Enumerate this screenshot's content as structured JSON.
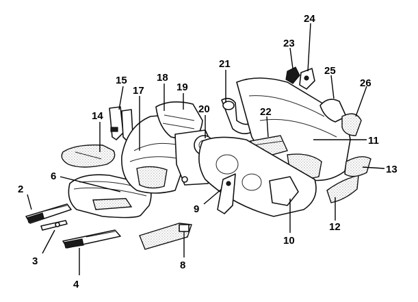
{
  "callouts": [
    {
      "id": "1",
      "label": "2"
    },
    {
      "id": "2",
      "label": "3"
    },
    {
      "id": "3",
      "label": "4"
    },
    {
      "id": "4",
      "label": "6"
    },
    {
      "id": "5",
      "label": "8"
    },
    {
      "id": "6",
      "label": "9"
    },
    {
      "id": "7",
      "label": "10"
    },
    {
      "id": "8",
      "label": "11"
    },
    {
      "id": "9",
      "label": "12"
    },
    {
      "id": "10",
      "label": "13"
    },
    {
      "id": "11",
      "label": "14"
    },
    {
      "id": "12",
      "label": "15"
    },
    {
      "id": "13",
      "label": "17"
    },
    {
      "id": "14",
      "label": "18"
    },
    {
      "id": "15",
      "label": "19"
    },
    {
      "id": "16",
      "label": "20"
    },
    {
      "id": "17",
      "label": "21"
    },
    {
      "id": "18",
      "label": "22"
    },
    {
      "id": "19",
      "label": "23"
    },
    {
      "id": "20",
      "label": "24"
    },
    {
      "id": "21",
      "label": "25"
    },
    {
      "id": "22",
      "label": "26"
    }
  ]
}
